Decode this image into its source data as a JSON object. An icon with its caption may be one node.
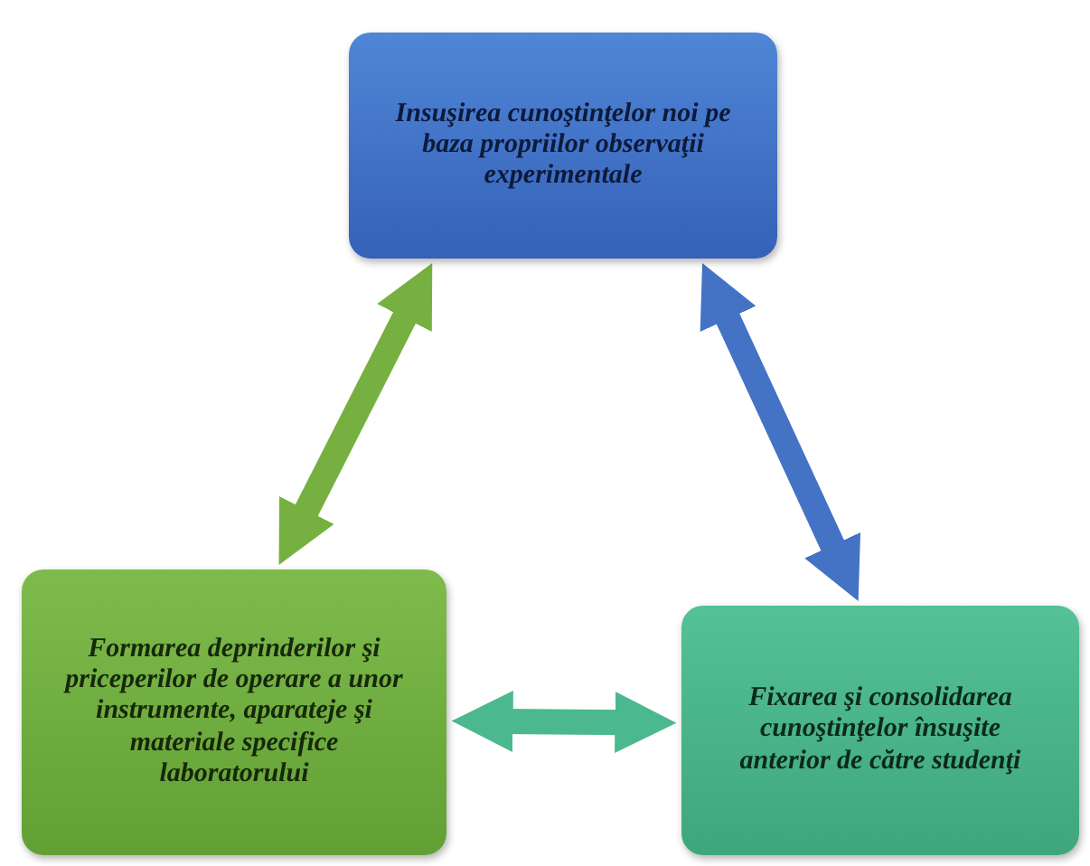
{
  "diagram": {
    "nodes": [
      {
        "text": [
          "Insuşirea cunoştinţelor noi pe baza propriilor observaţii experimentale"
        ]
      },
      {
        "text": [
          "Formarea deprinderilor şi priceperilor de operare a unor instrumente, aparateje şi materiale specifice laboratorului"
        ]
      },
      {
        "text": [
          "Fixarea şi consolidarea cunoştinţelor însuşite anterior de către studenţi"
        ]
      }
    ],
    "edges": [
      {
        "from": 0,
        "to": 1,
        "arrow": "both",
        "color": "#76b041"
      },
      {
        "from": 0,
        "to": 2,
        "arrow": "both",
        "color": "#4472c4"
      },
      {
        "from": 1,
        "to": 2,
        "arrow": "both",
        "color": "#4cb88f"
      }
    ]
  }
}
